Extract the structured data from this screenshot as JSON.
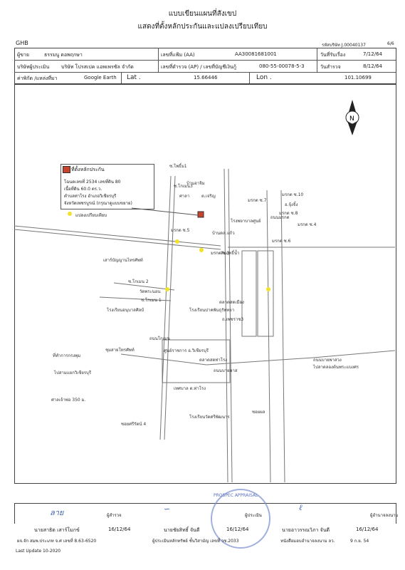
{
  "top": {
    "title_line1": "แบบเขียนแผนที่สังเขป",
    "title_line2": "แสดงที่ตั้งหลักประกันและแปลงเปรียบเทียบ",
    "ghb": "GHB",
    "form_code": "รหัสบริษัท J.00040137",
    "page": "6/6"
  },
  "header": {
    "owner_label": "ผู้ขาย",
    "owner_value": "ธรรมนู ดอพฤกษา",
    "file_label": "เลขที่แฟ้ม (AA)",
    "file_value": "AA30081681001",
    "received_label": "วันที่รับเรื่อง",
    "received_value": "7/12/64",
    "company_label": "บริษัทผู้ประเมิน",
    "company_value": "บริษัท โปรสเปค แอพเพรซัล จำกัด",
    "ap_label": "เลขที่ตำรวจ (AP) / เลขที่บัญชีเงินกู้",
    "ap_value": "080-55-00078-5-3",
    "survey_label": "วันสำรวจ",
    "survey_value": "8/12/64",
    "loc_label": "ค่าพิกัด /แหล่งที่มา",
    "loc_source": "Google Earth",
    "lat_label": "Lat .",
    "lat_value": "15.66446",
    "lon_label": "Lon .",
    "lon_value": "101.10699"
  },
  "legend": {
    "collateral_title": "ที่ตั้งหลักประกัน",
    "line1": "โฉนดเลขที่ 2534 เลขที่ดิน 80",
    "line2": "เนื้อที่ดิน 60.0 ตร.ว.",
    "line3": "ตำบลท่าโรง อำเภอวิเชียรบุรี",
    "line4": "จังหวัดเพชรบูรณ์ (กรุณาดูแบบขยาย)",
    "compare": "แปลงเปรียบเทียบ"
  },
  "map": {
    "labels": [
      "ซ.โพธิ์ม1",
      "ซ.โกเมน3",
      "บ้านอาจิม",
      "ศาลา",
      "ต.เจริญ",
      "มรกต ซ.10",
      "อ.จุ้งจิ้ง",
      "มรกต ซ.7",
      "มรกต ซ.8",
      "มรกต ซ.6",
      "มรกต ซ.5",
      "มรกต ซ.3",
      "โรงพยาบาลศูนย์",
      "บ้านดล.แก้ว",
      "สัมฤทธิ์น้ำ",
      "เสาร์บัญญานไทรศัพท์",
      "ซ.โกเมน 2",
      "วัดพระนอน",
      "ซ.โกเมน 1",
      "โรงเรียนอนุบาลศิลป์",
      "ตลาดสดเมือง",
      "โรงเรียนปาคพันธุรัพทยา",
      "ถ.เพชราช3",
      "ที่ทำการกรงพุม",
      "ชุมสายโทรศัพท์",
      "ศูนย์ราชการ อ.วิเชียรบุรี",
      "ตลาดสดท่าโรง",
      "ถนนบายพาส",
      "ไปสามแยกวิเชียรบุรี",
      "เทศบาล ต.ท่าโรง",
      "ศาลเจ้าพ่อ 350 ม.",
      "ซอยศรีรัตน์ 4",
      "ซอยผล",
      "โรงเรียนวัดศรีพัฒนาร",
      "ถนนบายพาสวง",
      "ไปลาดลองต้นพระแบงศร",
      "มรกต ซ.4",
      "ถนนโกเมน",
      "ถนนมรกต"
    ]
  },
  "footer": {
    "sig1_name": "นายสาธิต เสาร์โมกข์",
    "sig1_date": "16/12/64",
    "sig1_role": "ผู้สำรวจ",
    "sig1_license": "ผจ.จัก สมพ.ประเภท จ.ศ เลขที่ 8.63-6520",
    "sig2_name": "นายชัยสิทธิ์ จันดี",
    "sig2_date": "16/12/64",
    "sig2_role": "ผู้ประเมิน",
    "sig2_license": "ผู้ประเมินหลักทรัพย์ ชั้นวิสามัญ เลขที่ วช.2033",
    "sig3_name": "นายอาวรรณวิภา จันดี",
    "sig3_date": "16/12/64",
    "sig3_role": "ผู้อำนาจลงนาม",
    "sig3_license": "หนังสือมอบอำนาจลงนาม ลว.",
    "sig3_extra": "9 ก.ย. 54",
    "stamp": "PROSPEC APPRAISAL",
    "update": "Last Update 10-2020"
  },
  "colors": {
    "accent_red": "#c8432b",
    "yellow": "#f3e22a",
    "stamp_blue": "#7a8fd0"
  }
}
